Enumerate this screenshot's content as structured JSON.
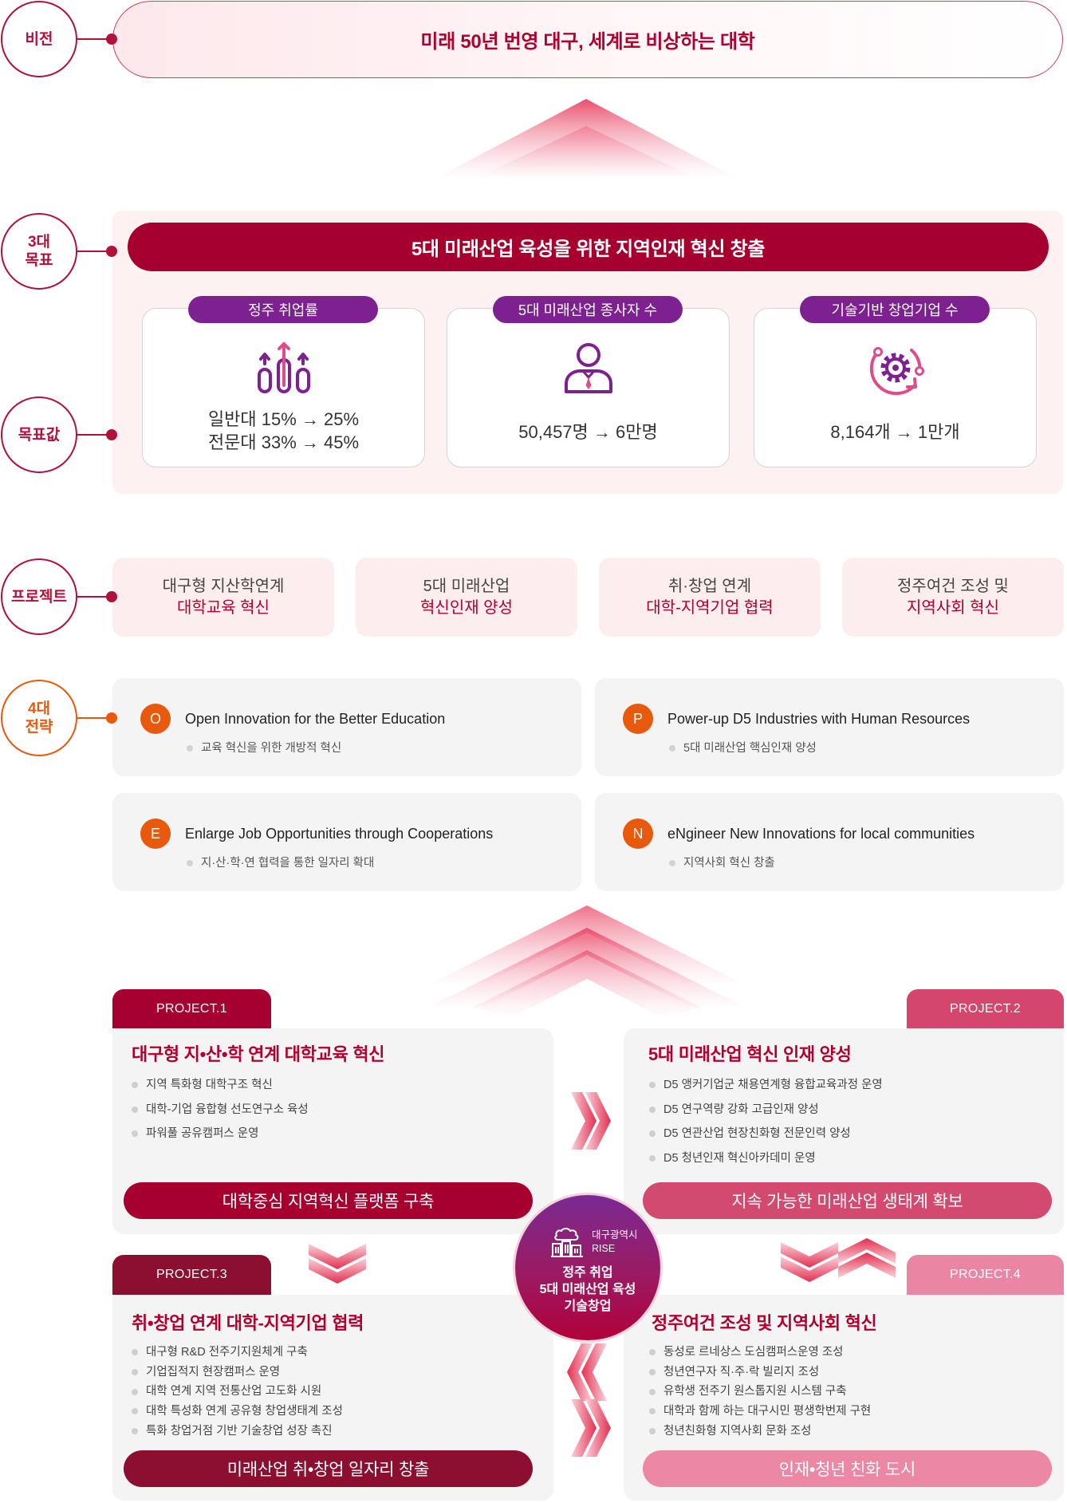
{
  "vision": {
    "label": "비전",
    "text": "미래 50년 번영 대구, 세계로 비상하는 대학"
  },
  "goals": {
    "label_line1": "3대",
    "label_line2": "목표",
    "banner": "5대 미래산업 육성을 위한 지역인재 혁신 창출",
    "value_label": "목표값",
    "cards": [
      {
        "tag": "정주 취업률",
        "icon": "growth-bars-icon",
        "lines": [
          "일반대 15% → 25%",
          "전문대 33% → 45%"
        ]
      },
      {
        "tag": "5대 미래산업 종사자 수",
        "icon": "worker-icon",
        "lines": [
          "50,457명 → 6만명"
        ]
      },
      {
        "tag": "기술기반 창업기업 수",
        "icon": "gear-cycle-icon",
        "lines": [
          "8,164개 → 1만개"
        ]
      }
    ]
  },
  "project_overview": {
    "label": "프로젝트",
    "items": [
      {
        "line1": "대구형 지산학연계",
        "line2": "대학교육 혁신"
      },
      {
        "line1": "5대 미래산업",
        "line2": "혁신인재 양성"
      },
      {
        "line1": "취·창업 연계",
        "line2": "대학-지역기업 협력"
      },
      {
        "line1": "정주여건 조성 및",
        "line2": "지역사회 혁신"
      }
    ]
  },
  "strategies": {
    "label_line1": "4대",
    "label_line2": "전략",
    "items": [
      {
        "letter": "O",
        "title": "Open Innovation for the Better Education",
        "desc": "교육 혁신을 위한 개방적 혁신"
      },
      {
        "letter": "P",
        "title": "Power-up D5 Industries with Human Resources",
        "desc": "5대 미래산업 핵심인재 양성"
      },
      {
        "letter": "E",
        "title": "Enlarge Job Opportunities through Cooperations",
        "desc": "지·산·학·연 협력을 통한 일자리 확대"
      },
      {
        "letter": "N",
        "title": "eNgineer New Innovations for local communities",
        "desc": "지역사회 혁신 창출"
      }
    ]
  },
  "projects": [
    {
      "tag": "PROJECT.1",
      "title": "대구형 지•산•학 연계 대학교육 혁신",
      "items": [
        "지역 특화형 대학구조 혁신",
        "대학-기업 융합형 선도연구소 육성",
        "파워풀 공유캠퍼스 운영"
      ],
      "footer": "대학중심 지역혁신 플랫폼 구축"
    },
    {
      "tag": "PROJECT.2",
      "title": "5대 미래산업 혁신 인재 양성",
      "items": [
        "D5 앵커기업군 채용연계형 융합교육과정 운영",
        "D5 연구역량 강화 고급인재 양성",
        "D5 연관산업 현장친화형 전문인력 양성",
        "D5 청년인재 혁신아카데미 운영"
      ],
      "footer": "지속 가능한 미래산업 생태계 확보"
    },
    {
      "tag": "PROJECT.3",
      "title": "취•창업 연계 대학-지역기업 협력",
      "items": [
        "대구형 R&D 전주기지원체계 구축",
        "기업집적지 현장캠퍼스 운영",
        "대학 연계 지역 전통산업 고도화 시원",
        "대학 특성화 연계 공유형 창업생태계 조성",
        "특화 창업거점 기반 기술창업 성장 촉진"
      ],
      "footer": "미래산업 취•창업 일자리 창출"
    },
    {
      "tag": "PROJECT.4",
      "title": "정주여건 조성 및 지역사회 혁신",
      "items": [
        "동성로 르네상스 도심캠퍼스운영 조성",
        "청년연구자 직·주·락 빌리지 조성",
        "유학생 전주기 원스톱지원 시스템 구축",
        "대학과 함께 하는 대구시민 평생학번제 구현",
        "청년친화형 지역사회 문화 조성"
      ],
      "footer": "인재•청년 친화 도시"
    }
  ],
  "center_hub": {
    "icon": "city-buildings-icon",
    "org": "대구광역시",
    "brand": "RISE",
    "lines": [
      "정주 취업",
      "5대 미래산업 육성",
      "기술창업"
    ]
  },
  "colors": {
    "primary": "#a6002f",
    "marker": "#b0123b",
    "purple_tag": "#7d2190",
    "strategy_orange": "#e8590c",
    "panel_bg": "#fdf1f1",
    "box_bg": "#f4f4f4",
    "project1": "#a6002f",
    "project2": "#d4466c",
    "project3": "#8c0f30",
    "project4": "#ea86a3"
  }
}
